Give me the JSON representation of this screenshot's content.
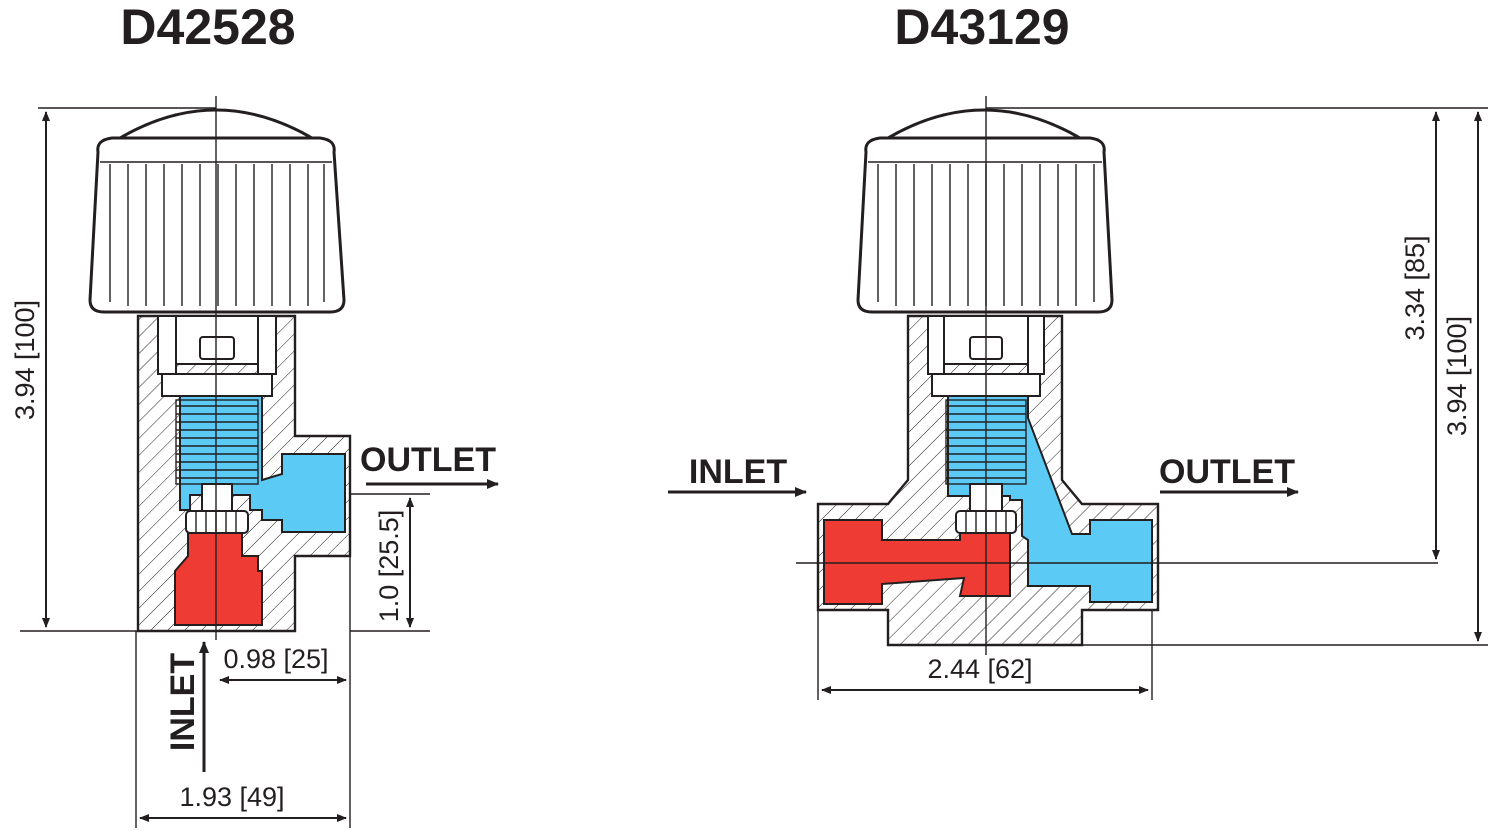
{
  "models": [
    {
      "title": "D42528",
      "height": "3.94 [100]",
      "outlet_height": "1.0 [25.5]",
      "outlet_offset": "0.98 [25]",
      "width": "1.93 [49]",
      "inlet_label": "INLET",
      "outlet_label": "OUTLET"
    },
    {
      "title": "D43129",
      "height": "3.94 [100]",
      "port_height": "3.34 [85]",
      "width": "2.44 [62]",
      "inlet_label": "INLET",
      "outlet_label": "OUTLET"
    }
  ],
  "colors": {
    "inlet_fluid": "#ee3b34",
    "outlet_fluid": "#5bcbf5",
    "line": "#231f20",
    "background": "#ffffff"
  }
}
